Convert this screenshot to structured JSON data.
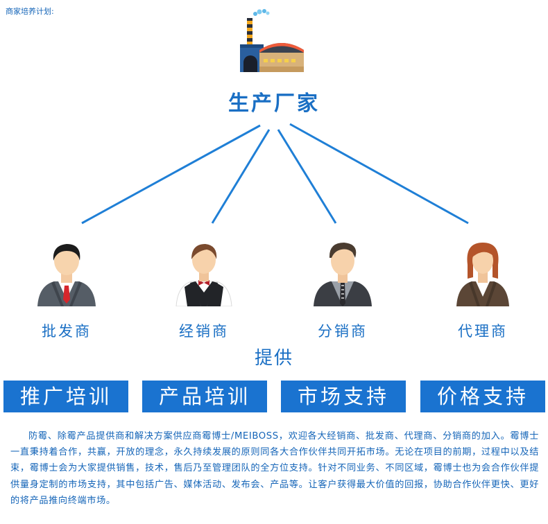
{
  "header": {
    "plan_label": "商家培养计划:"
  },
  "manufacturer": {
    "label": "生产厂家"
  },
  "roles": [
    {
      "label": "批发商",
      "icon": "businessman-red-tie-icon"
    },
    {
      "label": "经销商",
      "icon": "waiter-bowtie-icon"
    },
    {
      "label": "分销商",
      "icon": "man-vest-tie-icon"
    },
    {
      "label": "代理商",
      "icon": "businesswoman-icon"
    }
  ],
  "provide": {
    "label": "提供"
  },
  "services": [
    {
      "label": "推广培训"
    },
    {
      "label": "产品培训"
    },
    {
      "label": "市场支持"
    },
    {
      "label": "价格支持"
    }
  ],
  "description": {
    "text": "防霉、除霉产品提供商和解决方案供应商霉博士/MEIBOSS，欢迎各大经销商、批发商、代理商、分销商的加入。霉博士一直秉持着合作，共赢，开放的理念，永久持续发展的原则同各大合作伙伴共同开拓市场。无论在项目的前期，过程中以及结束，霉博士会为大家提供销售，技术，售后乃至管理团队的全方位支持。针对不同业务、不同区域，霉博士也为会合作伙伴提供量身定制的市场支持，其中包括广告、媒体活动、发布会、产品等。让客户获得最大价值的回报，协助合作伙伴更快、更好的将产品推向终端市场。"
  },
  "colors": {
    "accent": "#1a73d0",
    "text_blue": "#1565b8",
    "line_blue": "#1f7fd6"
  }
}
